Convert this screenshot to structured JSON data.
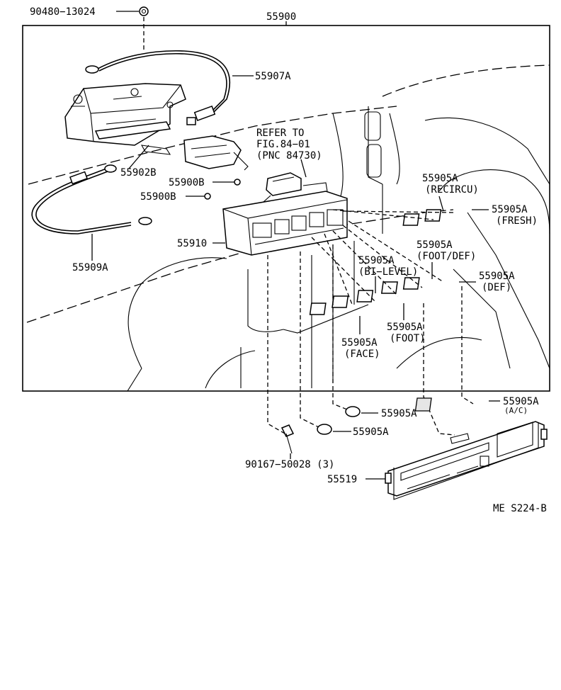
{
  "figure_code": "ME S224-B",
  "labels": {
    "clip_90480": "90480−13024",
    "assembly_55900": "55900",
    "cable_55907a": "55907A",
    "refer_line1": "REFER TO",
    "refer_line2": "FIG.84−01",
    "refer_line3": "(PNC 84730)",
    "bracket_55902b": "55902B",
    "screw_55900b_a": "55900B",
    "screw_55900b_b": "55900B",
    "control_55910": "55910",
    "cable_55909a": "55909A",
    "knob_recircu_pn": "55905A",
    "knob_recircu_name": "(RECIRCU)",
    "knob_fresh_pn": "55905A",
    "knob_fresh_name": "(FRESH)",
    "knob_footdef_pn": "55905A",
    "knob_footdef_name": "(FOOT/DEF)",
    "knob_bilevel_pn": "55905A",
    "knob_bilevel_name": "(BI−LEVEL)",
    "knob_def_pn": "55905A",
    "knob_def_name": "(DEF)",
    "knob_face_pn": "55905A",
    "knob_face_name": "(FACE)",
    "knob_foot_pn": "55905A",
    "knob_foot_name": "(FOOT)",
    "knob_ac_pn": "55905A",
    "knob_ac_name": "(A/C)",
    "knob_lower1": "55905A",
    "knob_lower2": "55905A",
    "screw_90167": "90167−50028 (3)",
    "panel_55519": "55519"
  }
}
